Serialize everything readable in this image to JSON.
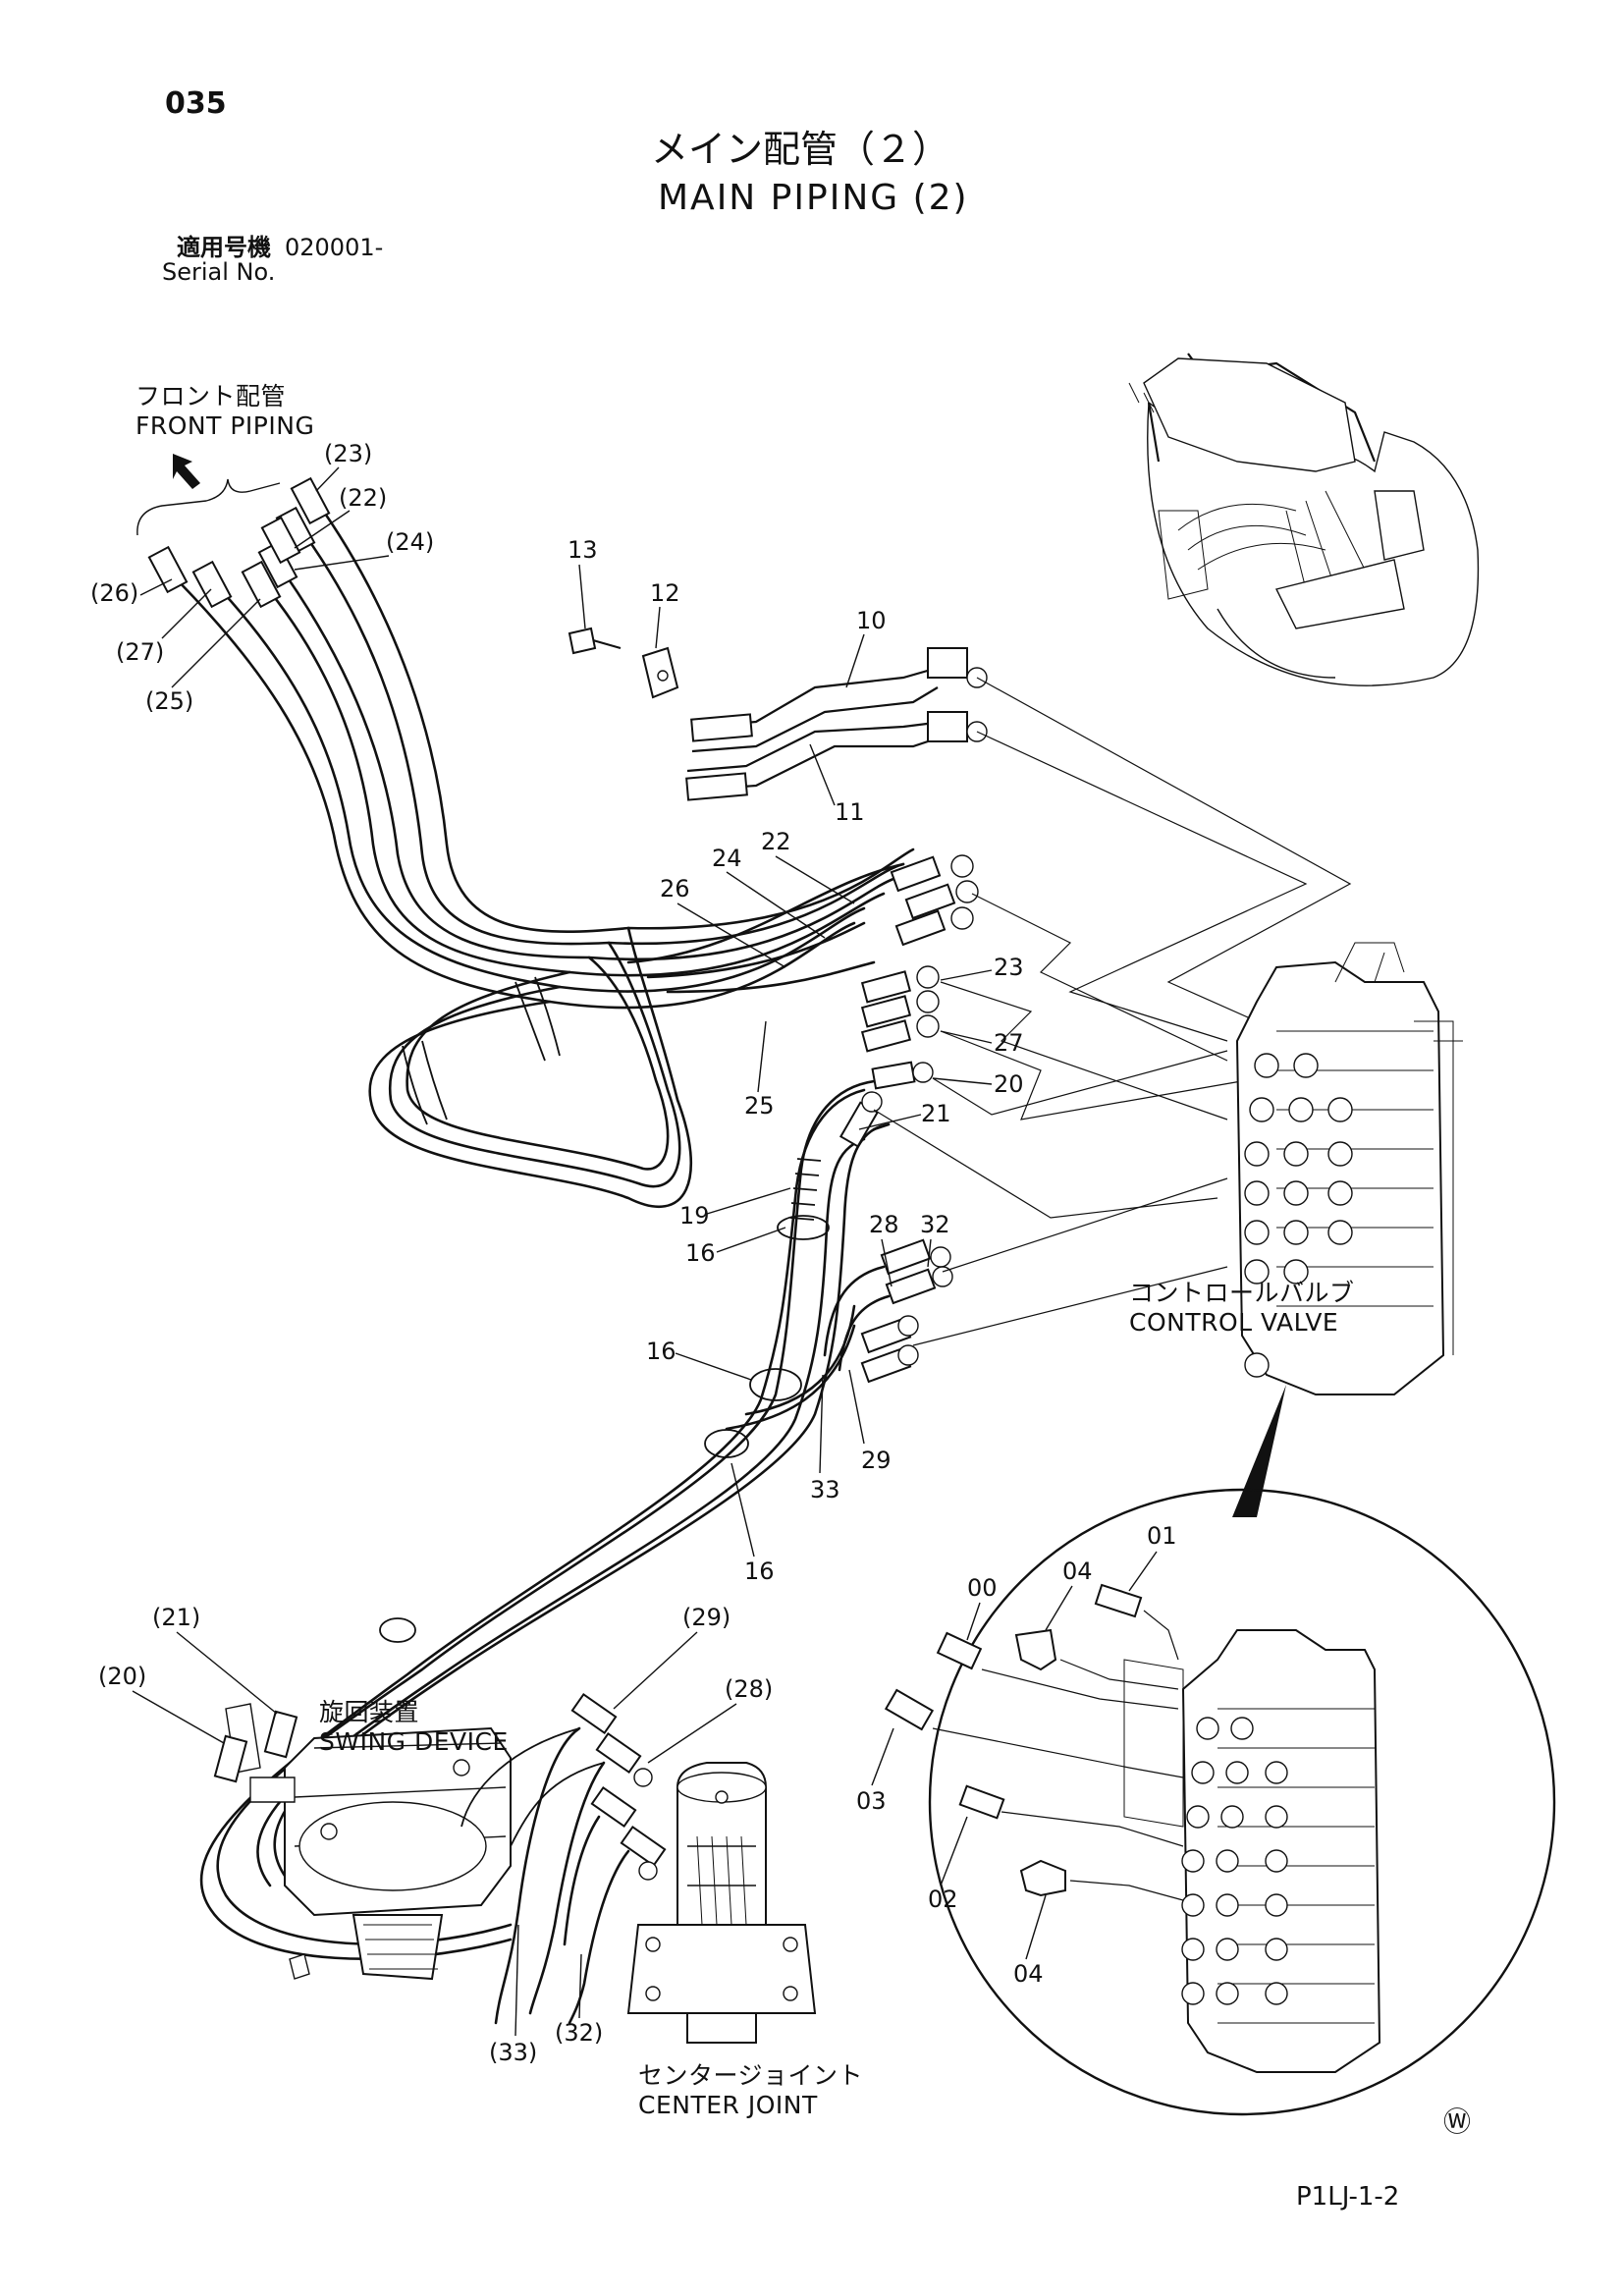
{
  "header": {
    "page_number": "035",
    "title_jp": "メイン配管（２）",
    "title_en": "MAIN PIPING (2)",
    "serial_label_jp": "適用号機",
    "serial_value": "020001-",
    "serial_label_en": "Serial No."
  },
  "labels": {
    "front_piping_jp": "フロント配管",
    "front_piping_en": "FRONT PIPING",
    "control_valve_jp": "コントロールバルブ",
    "control_valve_en": "CONTROL VALVE",
    "swing_device_jp": "旋回装置",
    "swing_device_en": "SWING DEVICE",
    "center_joint_jp": "センタージョイント",
    "center_joint_en": "CENTER JOINT"
  },
  "callouts": {
    "c23p": "(23)",
    "c22p": "(22)",
    "c24p": "(24)",
    "c26p": "(26)",
    "c27p": "(27)",
    "c25p": "(25)",
    "c13": "13",
    "c12": "12",
    "c10": "10",
    "c11": "11",
    "c22": "22",
    "c24": "24",
    "c26": "26",
    "c23": "23",
    "c27": "27",
    "c25": "25",
    "c20": "20",
    "c21": "21",
    "c19": "19",
    "c28": "28",
    "c32": "32",
    "c16a": "16",
    "c16b": "16",
    "c16c": "16",
    "c29": "29",
    "c33": "33",
    "c21p": "(21)",
    "c20p": "(20)",
    "c29p": "(29)",
    "c28p": "(28)",
    "c33p": "(33)",
    "c32p": "(32)",
    "d00": "00",
    "d04a": "04",
    "d01": "01",
    "d03": "03",
    "d02": "02",
    "d04b": "04"
  },
  "footer": {
    "mark": "Ⓦ",
    "code": "P1LJ-1-2"
  }
}
